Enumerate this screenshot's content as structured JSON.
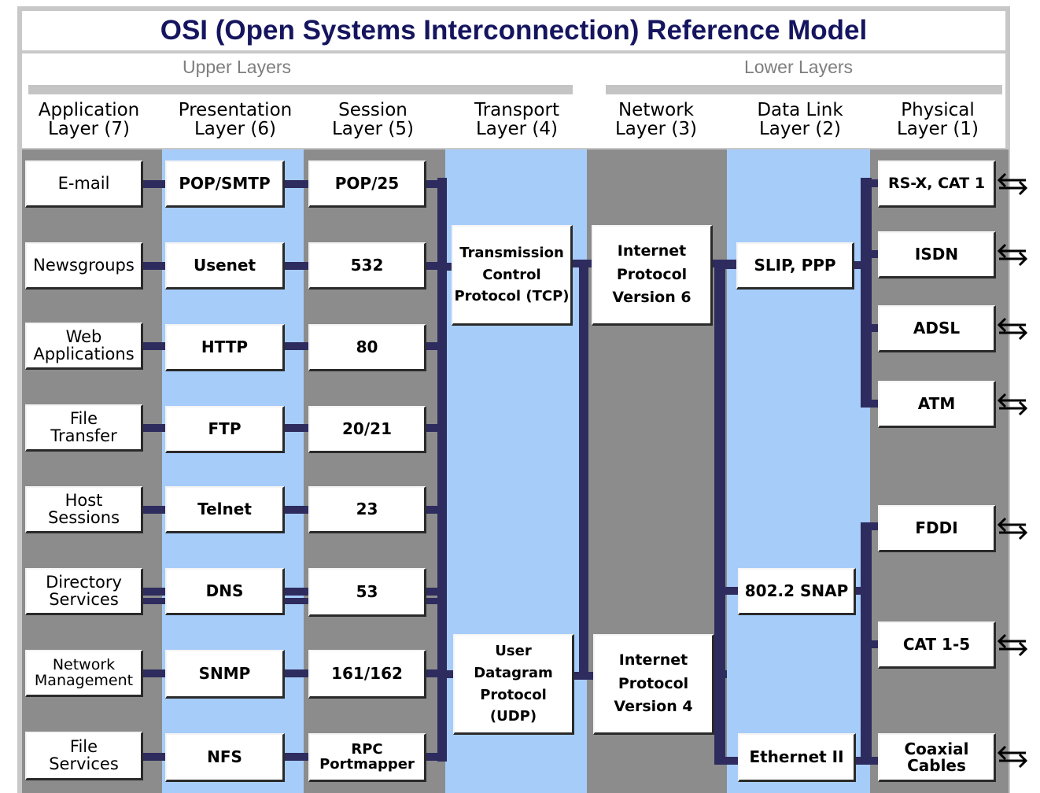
{
  "title": "OSI (Open Systems Interconnection) Reference Model",
  "colors": {
    "title_text": "#15155f",
    "column_grey": "#8c8c8c",
    "column_blue": "#a6ccfa",
    "bus": "#2e2c5e",
    "group_bar": "#c4c4c4",
    "group_text": "#7e7e7e"
  },
  "groups": [
    {
      "label": "Upper Layers"
    },
    {
      "label": "Lower Layers"
    }
  ],
  "columns": [
    {
      "label": "Application\nLayer (7)",
      "color": "grey"
    },
    {
      "label": "Presentation\nLayer (6)",
      "color": "blue"
    },
    {
      "label": "Session\nLayer (5)",
      "color": "grey"
    },
    {
      "label": "Transport\nLayer (4)",
      "color": "blue"
    },
    {
      "label": "Network\nLayer (3)",
      "color": "grey"
    },
    {
      "label": "Data Link\nLayer (2)",
      "color": "blue"
    },
    {
      "label": "Physical\nLayer (1)",
      "color": "grey"
    }
  ],
  "application": [
    "E-mail",
    "Newsgroups",
    "Web\nApplications",
    "File\nTransfer",
    "Host\nSessions",
    "Directory\nServices",
    "Network\nManagement",
    "File\nServices"
  ],
  "presentation": [
    "POP/SMTP",
    "Usenet",
    "HTTP",
    "FTP",
    "Telnet",
    "DNS",
    "SNMP",
    "NFS"
  ],
  "session": [
    "POP/25",
    "532",
    "80",
    "20/21",
    "23",
    "53",
    "161/162",
    "RPC\nPortmapper"
  ],
  "transport": [
    "Transmission\nControl\nProtocol (TCP)",
    "User\nDatagram\nProtocol (UDP)"
  ],
  "network": [
    "Internet\nProtocol\nVersion 6",
    "Internet\nProtocol\nVersion 4"
  ],
  "datalink": [
    "SLIP, PPP",
    "802.2 SNAP",
    "Ethernet II"
  ],
  "physical": [
    "RS-X, CAT 1",
    "ISDN",
    "ADSL",
    "ATM",
    "FDDI",
    "CAT 1-5",
    "Coaxial\nCables"
  ]
}
